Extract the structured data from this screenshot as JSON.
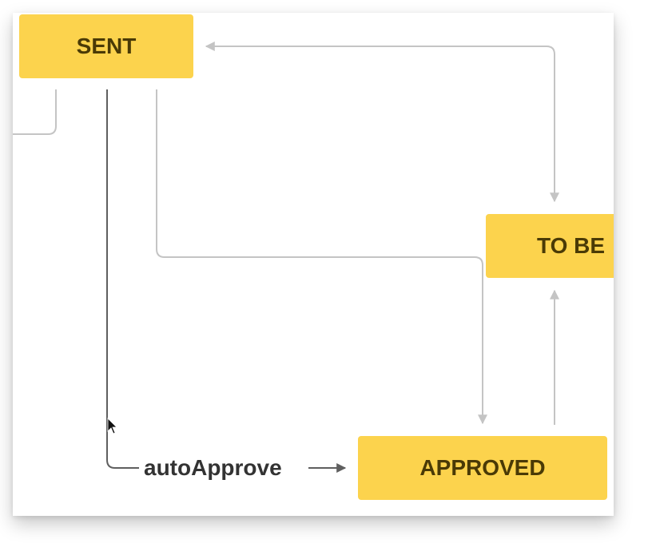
{
  "diagram": {
    "nodes": {
      "sent": "SENT",
      "approved": "APPROVED",
      "to_be": "TO BE"
    },
    "edges": {
      "auto_approve_label": "autoApprove"
    },
    "colors": {
      "node_fill": "#fcd34d",
      "node_text": "#4a3a06",
      "edge_inactive": "#c4c4c4",
      "edge_active": "#5f5f5f"
    }
  }
}
